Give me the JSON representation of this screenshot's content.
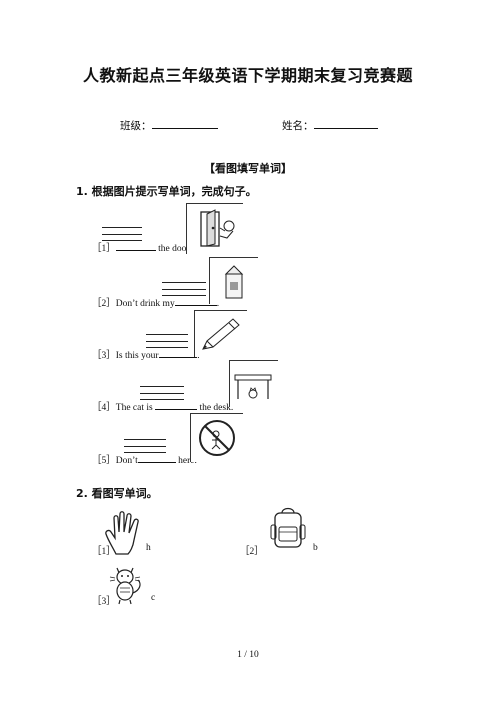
{
  "document": {
    "title": "人教新起点三年级英语下学期期末复习竞赛题",
    "class_label": "班级：",
    "name_label": "姓名：",
    "section_heading": "【看图填写单词】",
    "q1": {
      "title": "1.  根据图片提示写单词，完成句子。",
      "items": [
        {
          "num": "［1］",
          "before": "",
          "after": "the door"
        },
        {
          "num": "［2］",
          "before": "Don’t drink my",
          "after": "."
        },
        {
          "num": "［3］",
          "before": "Is this your",
          "after": "?"
        },
        {
          "num": "［4］",
          "before": "The cat is",
          "after": "the desk."
        },
        {
          "num": "［5］",
          "before": "Don’t",
          "after": "here."
        }
      ]
    },
    "q2": {
      "title": "2.  看图写单词。",
      "items": [
        {
          "num": "［1］",
          "letter": "h",
          "icon": "hand-icon"
        },
        {
          "num": "［2］",
          "letter": "b",
          "icon": "backpack-icon"
        },
        {
          "num": "［3］",
          "letter": "c",
          "icon": "cat-icon"
        }
      ]
    },
    "footer": "1  /  10"
  }
}
